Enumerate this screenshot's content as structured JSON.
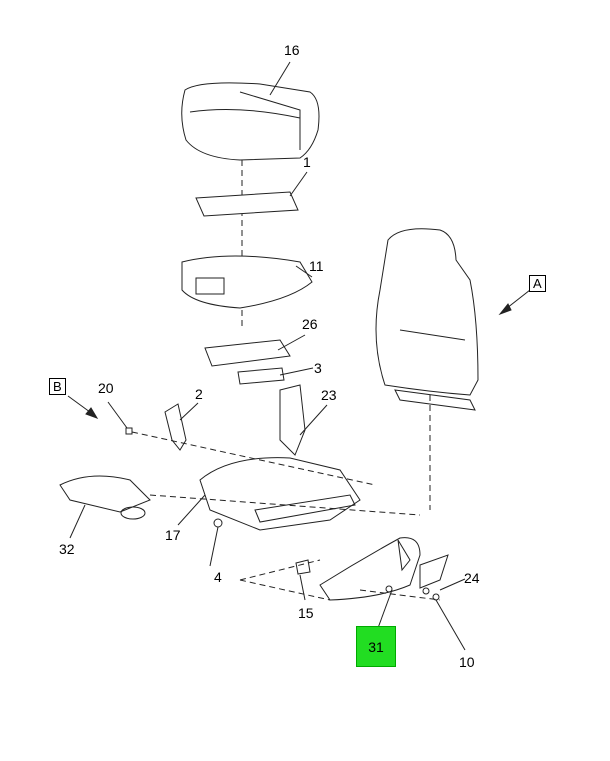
{
  "diagram": {
    "views": {
      "a": "A",
      "b": "B"
    },
    "callouts": {
      "c16": "16",
      "c1": "1",
      "c11": "11",
      "c26": "26",
      "c3": "3",
      "c20": "20",
      "c2": "2",
      "c23": "23",
      "c32": "32",
      "c17": "17",
      "c4": "4",
      "c15": "15",
      "c24": "24",
      "c10": "10"
    },
    "highlighted": "31",
    "highlight_color": "#22dd22"
  }
}
